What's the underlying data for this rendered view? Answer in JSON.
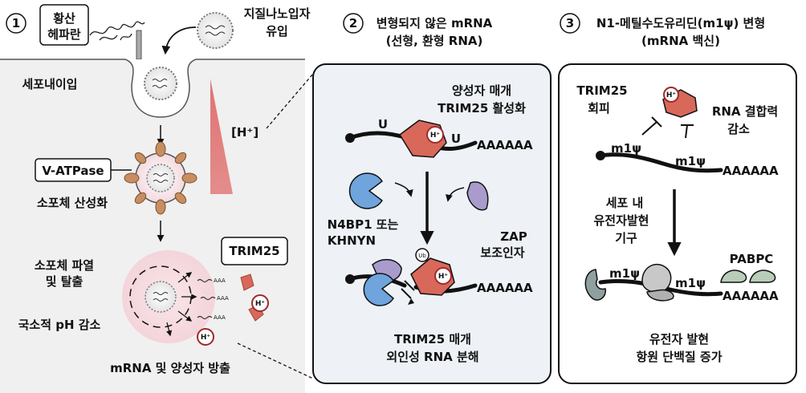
{
  "panel1": {
    "number": "1",
    "heparan_line1": "황산",
    "heparan_line2": "헤파란",
    "lnp_line1": "지질나노입자",
    "lnp_line2": "유입",
    "endocytosis": "세포내이입",
    "proton_label": "[H⁺]",
    "vatpase": "V-ATPase",
    "acidification": "소포체 산성화",
    "rupture_line1": "소포체 파열",
    "rupture_line2": "및 탈출",
    "local_ph": "국소적 pH 감소",
    "trim25": "TRIM25",
    "release": "mRNA 및 양성자 방출",
    "aaa": "AAA"
  },
  "panel2": {
    "number": "2",
    "title_line1": "변형되지 않은 mRNA",
    "title_line2": "(선형, 환형 RNA)",
    "activation_line1": "양성자 매개",
    "activation_line2": "TRIM25 활성화",
    "u": "U",
    "polyA": "AAAAAA",
    "n4bp1_line1": "N4BP1 또는",
    "n4bp1_line2": "KHNYN",
    "zap_line1": "ZAP",
    "zap_line2": "보조인자",
    "ub": "Ub",
    "decay_line1": "TRIM25 매개",
    "decay_line2": "외인성 RNA 분해"
  },
  "panel3": {
    "number": "3",
    "title_line1": "N1-메틸수도유리딘(m1ψ) 변형",
    "title_line2": "(mRNA 백신)",
    "evasion_line1": "TRIM25",
    "evasion_line2": "회피",
    "binding_line1": "RNA 결합력",
    "binding_line2": "감소",
    "m1psi": "m1ψ",
    "polyA": "AAAAAA",
    "machinery_line1": "세포 내",
    "machinery_line2": "유전자발현",
    "machinery_line3": "기구",
    "pabpc": "PABPC",
    "outcome_line1": "유전자 발현",
    "outcome_line2": "항원 단백질 증가"
  },
  "proton_symbol": "H⁺",
  "colors": {
    "trim25": "#d8695a",
    "n4bp1": "#6fa4dc",
    "zap": "#a99ccc",
    "pabpc": "#b9cdb8",
    "ribosome": "#c8c8c8",
    "vatpase_pump": "#c98e5f",
    "proton_gradient": "#e06b6b",
    "panel_bg": "#eef2f7",
    "left_bg": "#f0f0f0"
  }
}
